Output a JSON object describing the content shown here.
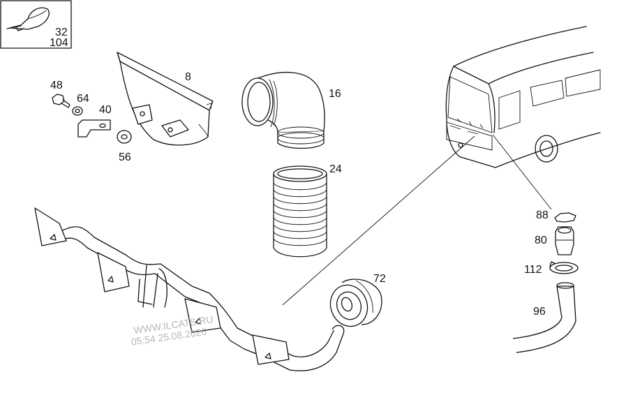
{
  "diagram": {
    "callouts": [
      {
        "id": "c32",
        "text": "32"
      },
      {
        "id": "c104",
        "text": "104"
      },
      {
        "id": "c8",
        "text": "8"
      },
      {
        "id": "c48",
        "text": "48"
      },
      {
        "id": "c64",
        "text": "64"
      },
      {
        "id": "c40",
        "text": "40"
      },
      {
        "id": "c56",
        "text": "56"
      },
      {
        "id": "c16",
        "text": "16"
      },
      {
        "id": "c24",
        "text": "24"
      },
      {
        "id": "c72",
        "text": "72"
      },
      {
        "id": "c88",
        "text": "88"
      },
      {
        "id": "c80",
        "text": "80"
      },
      {
        "id": "c112",
        "text": "112"
      },
      {
        "id": "c96",
        "text": "96"
      }
    ]
  },
  "watermark": {
    "site": "WWW.ILCATS.RU",
    "timestamp": "05:54 25.08.2026"
  }
}
